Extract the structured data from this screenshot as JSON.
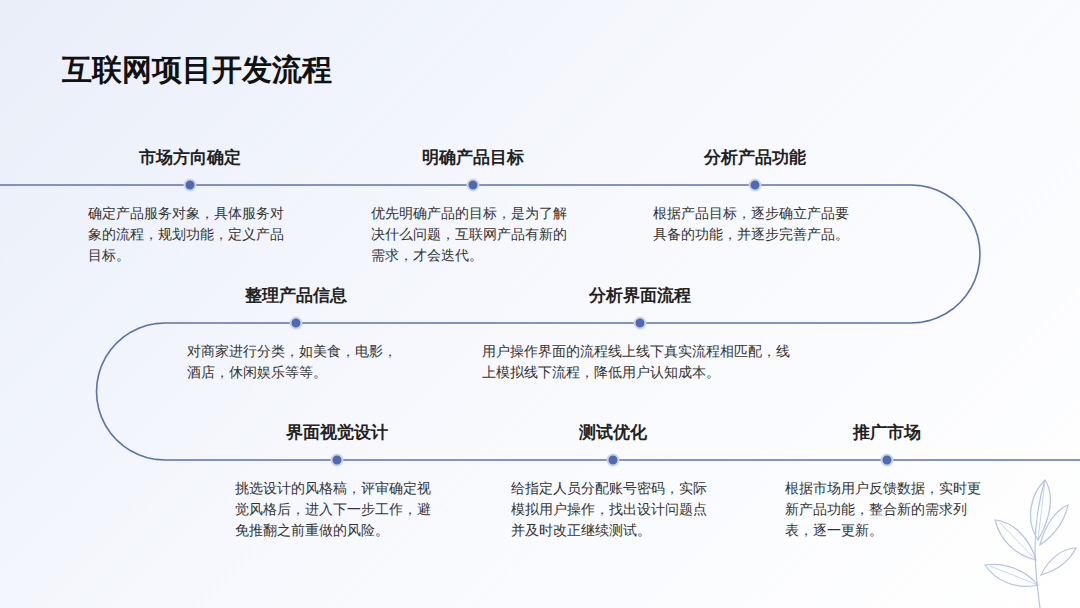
{
  "diagram": {
    "title": "互联网项目开发流程",
    "nodes": [
      {
        "text": [
          "市场方向确定",
          "确定产品服务对象，具体服务对象的流程，规划功能，定义产品目标。"
        ]
      },
      {
        "text": [
          "明确产品目标",
          "优先明确产品的目标，是为了解决什么问题，互联网产品有新的需求，才会迭代。"
        ]
      },
      {
        "text": [
          "分析产品功能",
          "根据产品目标，逐步确立产品要具备的功能，并逐步完善产品。"
        ]
      },
      {
        "text": [
          "分析界面流程",
          "用户操作界面的流程线上线下真实流程相匹配，线上模拟线下流程，降低用户认知成本。"
        ]
      },
      {
        "text": [
          "整理产品信息",
          "对商家进行分类，如美食，电影，酒店，休闲娱乐等等。"
        ]
      },
      {
        "text": [
          "界面视觉设计",
          "挑选设计的风格稿，评审确定视觉风格后，进入下一步工作，避免推翻之前重做的风险。"
        ]
      },
      {
        "text": [
          "测试优化",
          "给指定人员分配账号密码，实际模拟用户操作，找出设计问题点并及时改正继续测试。"
        ]
      },
      {
        "text": [
          "推广市场",
          "根据市场用户反馈数据，实时更新产品功能，整合新的需求列表，逐一更新。"
        ]
      }
    ],
    "edges": [
      {
        "from": 0,
        "to": 1,
        "arrow": "none"
      },
      {
        "from": 1,
        "to": 2,
        "arrow": "none"
      },
      {
        "from": 2,
        "to": 3,
        "arrow": "none"
      },
      {
        "from": 3,
        "to": 4,
        "arrow": "none"
      },
      {
        "from": 4,
        "to": 5,
        "arrow": "none"
      },
      {
        "from": 5,
        "to": 6,
        "arrow": "none"
      },
      {
        "from": 6,
        "to": 7,
        "arrow": "none"
      }
    ]
  }
}
